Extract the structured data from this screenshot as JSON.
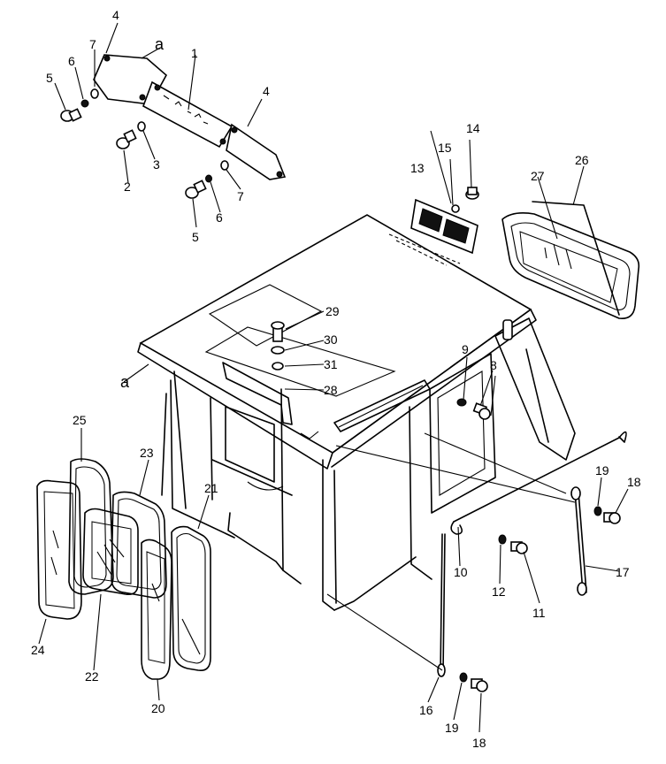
{
  "callouts": [
    {
      "id": "c4a",
      "text": "4"
    },
    {
      "id": "ca1",
      "text": "a"
    },
    {
      "id": "c7a",
      "text": "7"
    },
    {
      "id": "c6a",
      "text": "6"
    },
    {
      "id": "c5a",
      "text": "5"
    },
    {
      "id": "c1",
      "text": "1"
    },
    {
      "id": "c4b",
      "text": "4"
    },
    {
      "id": "c3",
      "text": "3"
    },
    {
      "id": "c2",
      "text": "2"
    },
    {
      "id": "c7b",
      "text": "7"
    },
    {
      "id": "c6b",
      "text": "6"
    },
    {
      "id": "c5b",
      "text": "5"
    },
    {
      "id": "c14",
      "text": "14"
    },
    {
      "id": "c15",
      "text": "15"
    },
    {
      "id": "c13",
      "text": "13"
    },
    {
      "id": "c26",
      "text": "26"
    },
    {
      "id": "c27",
      "text": "27"
    },
    {
      "id": "c29",
      "text": "29"
    },
    {
      "id": "c30",
      "text": "30"
    },
    {
      "id": "c31",
      "text": "31"
    },
    {
      "id": "c28",
      "text": "28"
    },
    {
      "id": "ca2",
      "text": "a"
    },
    {
      "id": "c9",
      "text": "9"
    },
    {
      "id": "c8",
      "text": "8"
    },
    {
      "id": "c25",
      "text": "25"
    },
    {
      "id": "c23",
      "text": "23"
    },
    {
      "id": "c21",
      "text": "21"
    },
    {
      "id": "c19a",
      "text": "19"
    },
    {
      "id": "c18a",
      "text": "18"
    },
    {
      "id": "c17",
      "text": "17"
    },
    {
      "id": "c10",
      "text": "10"
    },
    {
      "id": "c12",
      "text": "12"
    },
    {
      "id": "c11",
      "text": "11"
    },
    {
      "id": "c24",
      "text": "24"
    },
    {
      "id": "c22",
      "text": "22"
    },
    {
      "id": "c20",
      "text": "20"
    },
    {
      "id": "c16",
      "text": "16"
    },
    {
      "id": "c19b",
      "text": "19"
    },
    {
      "id": "c18b",
      "text": "18"
    }
  ]
}
